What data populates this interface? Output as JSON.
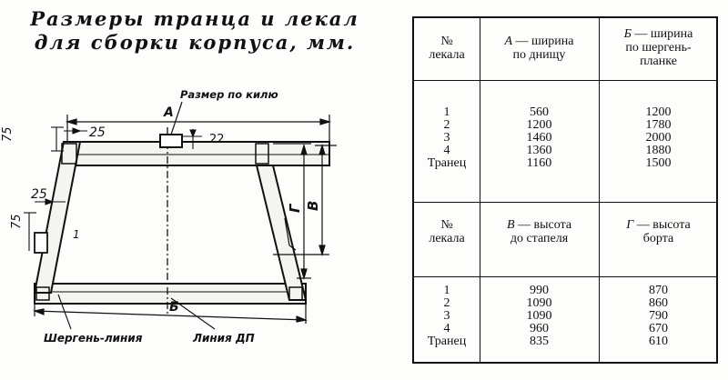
{
  "title": {
    "line1": "Размеры транца и лекал",
    "line2": "для сборки корпуса, мм."
  },
  "drawing": {
    "label_keel_size": "Размер по килю",
    "label_A": "А",
    "label_B_width": "Б",
    "label_V": "В",
    "label_G": "Г",
    "dim_25_top": "25",
    "dim_25_left": "25",
    "dim_75_top": "75",
    "dim_75_left": "75",
    "dim_22": "22",
    "label_1": "1",
    "label_shergen": "Шергень-линия",
    "label_dp": "Линия ДП"
  },
  "table": {
    "top": {
      "headers": [
        {
          "l1": "№",
          "l2": "лекала"
        },
        {
          "letter": "А",
          "rest": " — ширина",
          "l2": "по днищу"
        },
        {
          "letter": "Б",
          "rest": " — ширина",
          "l2": "по шергень-",
          "l3": "планке"
        }
      ],
      "rows": [
        "1",
        "2",
        "3",
        "4",
        "Транец"
      ],
      "col_a": [
        "560",
        "1200",
        "1460",
        "1360",
        "1160"
      ],
      "col_b": [
        "1200",
        "1780",
        "2000",
        "1880",
        "1500"
      ]
    },
    "bottom": {
      "headers": [
        {
          "l1": "№",
          "l2": "лекала"
        },
        {
          "letter": "В",
          "rest": " — высота",
          "l2": "до стапеля"
        },
        {
          "letter": "Г",
          "rest": " — высота",
          "l2": "борта"
        }
      ],
      "rows": [
        "1",
        "2",
        "3",
        "4",
        "Транец"
      ],
      "col_v": [
        "990",
        "1090",
        "1090",
        "960",
        "835"
      ],
      "col_g": [
        "870",
        "860",
        "790",
        "670",
        "610"
      ]
    }
  }
}
